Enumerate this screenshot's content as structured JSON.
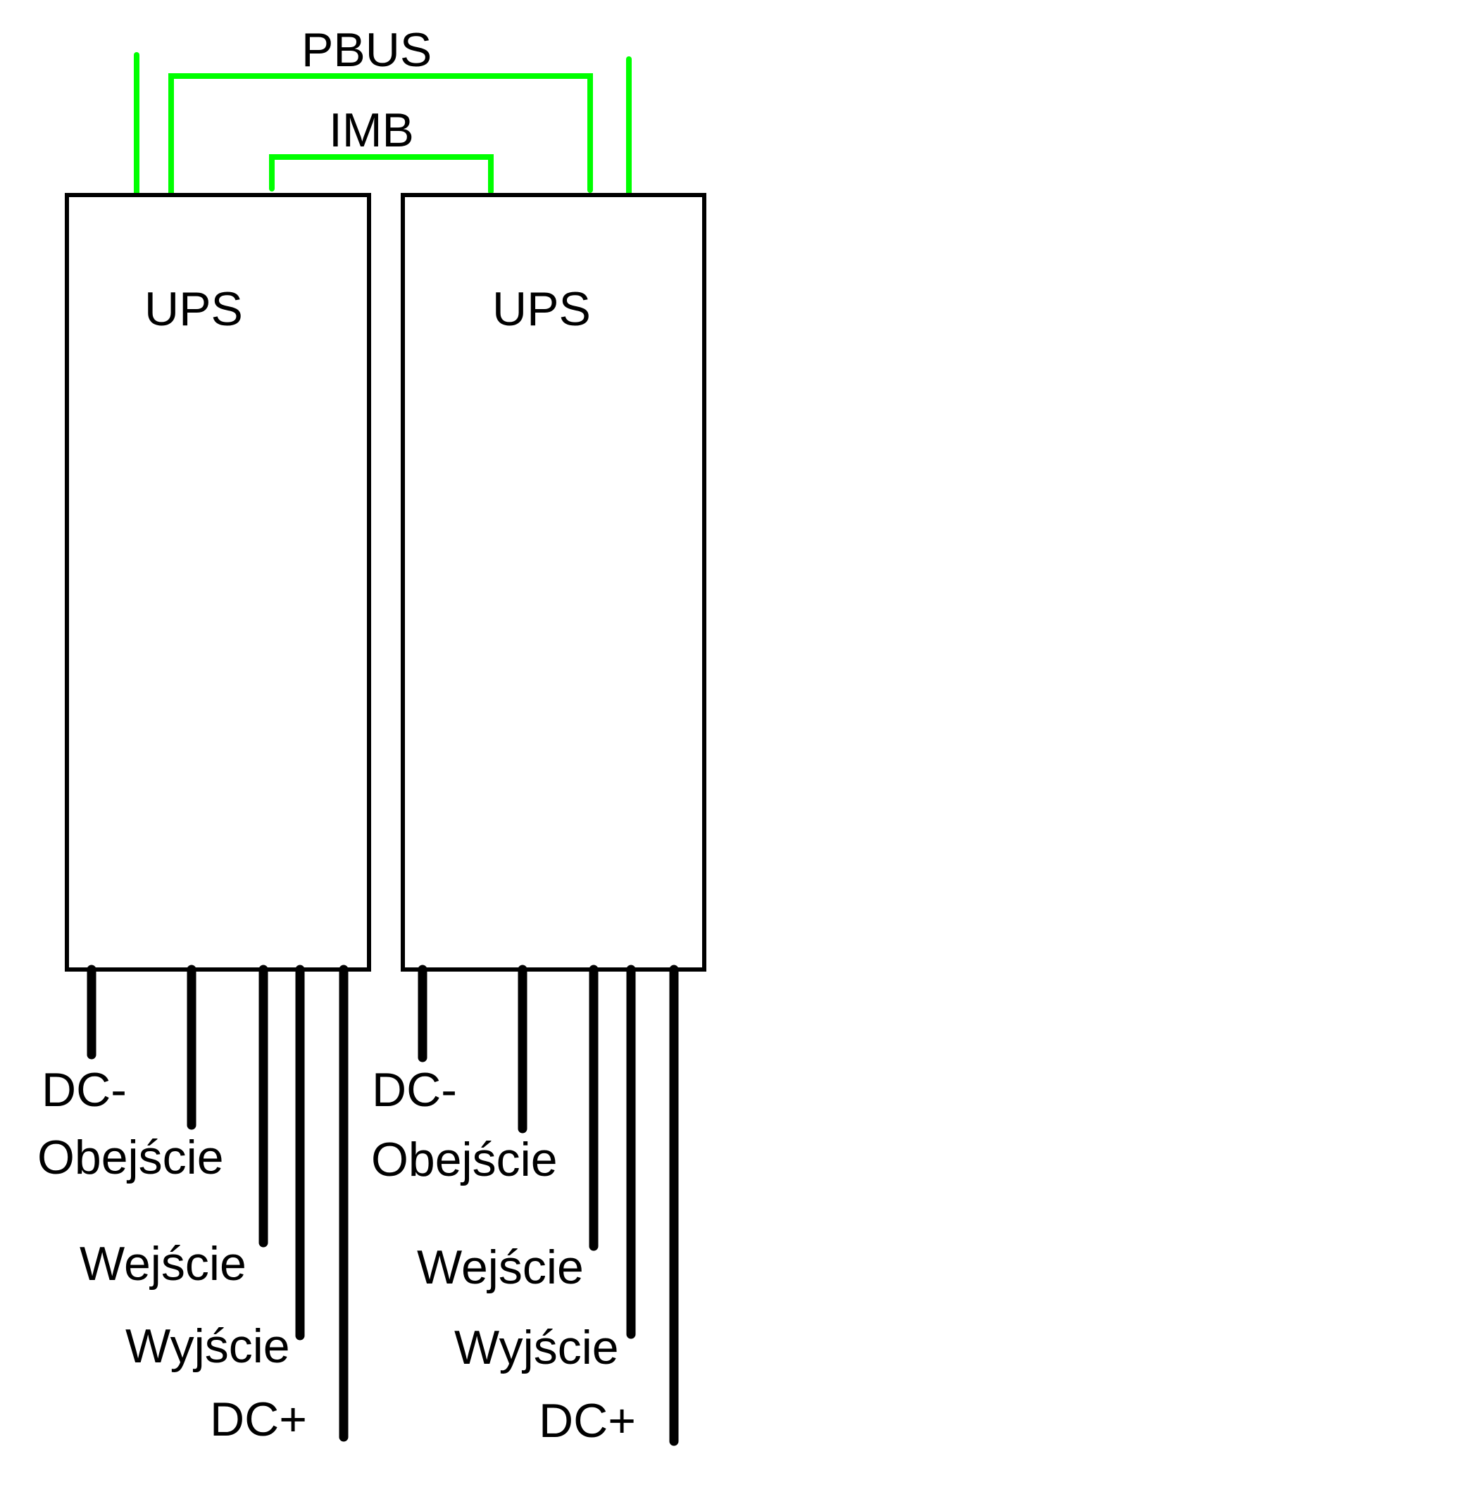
{
  "bus": {
    "pbus_label": "PBUS",
    "imb_label": "IMB",
    "color": "#00ff00"
  },
  "units": [
    {
      "title": "UPS",
      "terminals": {
        "dc_minus": "DC-",
        "bypass": "Obejście",
        "input": "Wejście",
        "output": "Wyjście",
        "dc_plus": "DC+"
      }
    },
    {
      "title": "UPS",
      "terminals": {
        "dc_minus": "DC-",
        "bypass": "Obejście",
        "input": "Wejście",
        "output": "Wyjście",
        "dc_plus": "DC+"
      }
    }
  ],
  "colors": {
    "line": "#000000",
    "bus": "#00ff00",
    "background": "#ffffff"
  }
}
